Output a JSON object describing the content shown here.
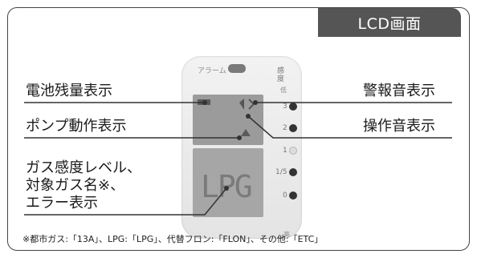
{
  "header": {
    "title": "LCD画面"
  },
  "callouts": {
    "battery": "電池残量表示",
    "alarm_sound": "警報音表示",
    "pump": "ポンプ動作表示",
    "operation_sound": "操作音表示",
    "gas_lines": [
      "ガス感度レベル、",
      "対象ガス名※、",
      "エラー表示"
    ]
  },
  "device": {
    "alarm_label": "アラーム",
    "sensitivity_title_lines": [
      "感",
      "度"
    ],
    "sensitivity_low": "低",
    "sensitivity_high": "高",
    "levels": [
      "3",
      "2",
      "1",
      "1/5",
      "0"
    ],
    "lcd_gas": "LPG"
  },
  "footnote": "※都市ガス:「13A」、LPG:「LPG」、代替フロン:「FLON」、その他:「ETC」"
}
